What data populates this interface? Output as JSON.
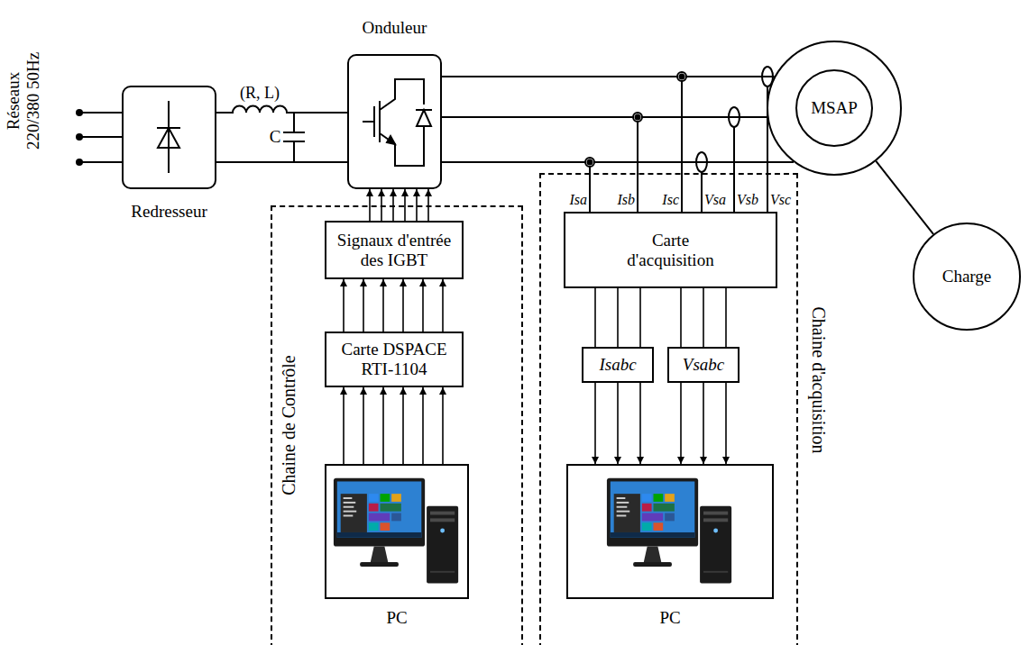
{
  "diagram": {
    "nodes": [
      {
        "text": [
          "Redresseur"
        ]
      },
      {
        "text": [
          "Onduleur"
        ]
      },
      {
        "text": [
          "MSAP"
        ]
      },
      {
        "text": [
          "Charge"
        ]
      },
      {
        "text": [
          "Chaine de Contrôle"
        ]
      },
      {
        "text": [
          "Signaux d'entrée des IGBT"
        ],
        "in": 4
      },
      {
        "text": [
          "Carte DSPACE RTI-1104"
        ],
        "in": 4
      },
      {
        "text": [
          "PC"
        ],
        "in": 4
      },
      {
        "text": [
          "Chaine d'acquisition"
        ]
      },
      {
        "text": [
          "Carte d'acquisition"
        ],
        "in": 8
      },
      {
        "text": [
          "Isabc"
        ],
        "in": 8
      },
      {
        "text": [
          "Vsabc"
        ],
        "in": 8
      },
      {
        "text": [
          "PC"
        ],
        "in": 8
      }
    ],
    "edges": [
      {
        "from": 0,
        "to": 1,
        "arrow": "none",
        "label": "(R, L)"
      },
      {
        "from": 0,
        "to": 1,
        "arrow": "none"
      },
      {
        "from": 1,
        "to": 2,
        "arrow": "none"
      },
      {
        "from": 1,
        "to": 2,
        "arrow": "none"
      },
      {
        "from": 1,
        "to": 2,
        "arrow": "none"
      },
      {
        "from": 2,
        "to": 3,
        "arrow": "none"
      },
      {
        "from": 7,
        "to": 6,
        "arrow": "to"
      },
      {
        "from": 7,
        "to": 6,
        "arrow": "to"
      },
      {
        "from": 7,
        "to": 6,
        "arrow": "to"
      },
      {
        "from": 7,
        "to": 6,
        "arrow": "to"
      },
      {
        "from": 7,
        "to": 6,
        "arrow": "to"
      },
      {
        "from": 7,
        "to": 6,
        "arrow": "to"
      },
      {
        "from": 6,
        "to": 5,
        "arrow": "to"
      },
      {
        "from": 6,
        "to": 5,
        "arrow": "to"
      },
      {
        "from": 6,
        "to": 5,
        "arrow": "to"
      },
      {
        "from": 6,
        "to": 5,
        "arrow": "to"
      },
      {
        "from": 6,
        "to": 5,
        "arrow": "to"
      },
      {
        "from": 6,
        "to": 5,
        "arrow": "to"
      },
      {
        "from": 5,
        "to": 1,
        "arrow": "to"
      },
      {
        "from": 5,
        "to": 1,
        "arrow": "to"
      },
      {
        "from": 5,
        "to": 1,
        "arrow": "to"
      },
      {
        "from": 5,
        "to": 1,
        "arrow": "to"
      },
      {
        "from": 5,
        "to": 1,
        "arrow": "to"
      },
      {
        "from": 5,
        "to": 1,
        "arrow": "to"
      },
      {
        "from": 9,
        "to": 10,
        "arrow": "none"
      },
      {
        "from": 9,
        "to": 10,
        "arrow": "none"
      },
      {
        "from": 9,
        "to": 10,
        "arrow": "none"
      },
      {
        "from": 10,
        "to": 12,
        "arrow": "to"
      },
      {
        "from": 10,
        "to": 12,
        "arrow": "to"
      },
      {
        "from": 10,
        "to": 12,
        "arrow": "to"
      },
      {
        "from": 9,
        "to": 11,
        "arrow": "none"
      },
      {
        "from": 9,
        "to": 11,
        "arrow": "none"
      },
      {
        "from": 9,
        "to": 11,
        "arrow": "none"
      },
      {
        "from": 11,
        "to": 12,
        "arrow": "to"
      },
      {
        "from": 11,
        "to": 12,
        "arrow": "to"
      },
      {
        "from": 11,
        "to": 12,
        "arrow": "to"
      }
    ],
    "labels": [
      "Réseaux 220/380 50Hz",
      "C",
      "Isa",
      "Isb",
      "Isc",
      "Vsa",
      "Vsb",
      "Vsc"
    ]
  }
}
